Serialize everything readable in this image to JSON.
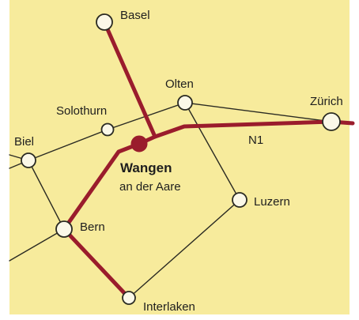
{
  "map": {
    "colors": {
      "background": "#f7eb9c",
      "main_route": "#9a1c2c",
      "secondary_route": "#2a2a22",
      "node_fill": "#fbf8e8",
      "node_stroke": "#2a2a22",
      "text": "#1e1e1e"
    },
    "cities": {
      "basel": "Basel",
      "olten": "Olten",
      "zurich": "Zürich",
      "solothurn": "Solothurn",
      "biel": "Biel",
      "wangen": "Wangen",
      "wangen_sub": "an der Aare",
      "luzern": "Luzern",
      "bern": "Bern",
      "interlaken": "Interlaken"
    },
    "routes": {
      "n1": "N1"
    }
  }
}
